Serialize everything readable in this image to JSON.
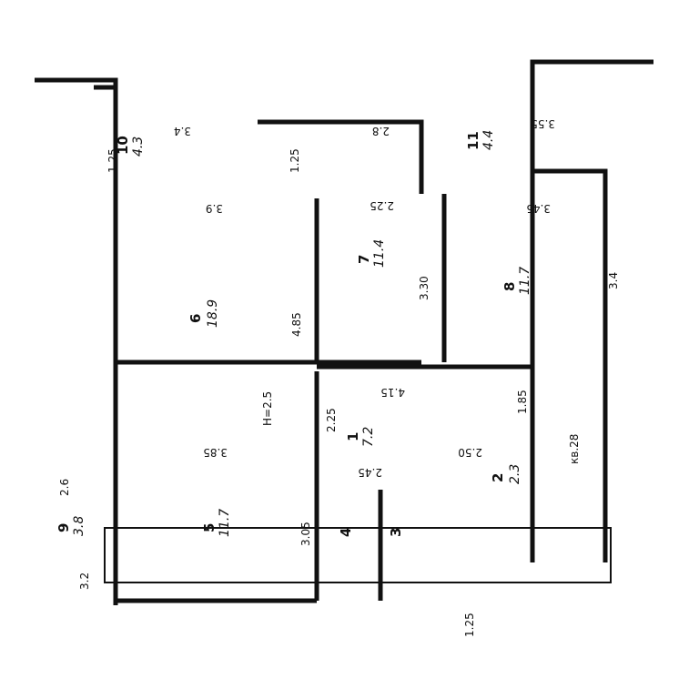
{
  "rooms": [
    {
      "id": "10",
      "number": "10",
      "area": "4.3",
      "dims": [
        "3.4",
        "1.25"
      ]
    },
    {
      "id": "11",
      "number": "11",
      "area": "4.4",
      "dims": [
        "3.55"
      ]
    },
    {
      "id": "6",
      "number": "6",
      "area": "18.9",
      "dims": [
        "3.9",
        "4.85"
      ]
    },
    {
      "id": "7",
      "number": "7",
      "area": "11.4",
      "dims": [
        "2.8",
        "1.25",
        "2.25",
        "3.30"
      ]
    },
    {
      "id": "8",
      "number": "8",
      "area": "11.7",
      "dims": [
        "3.45",
        "3.4"
      ]
    },
    {
      "id": "1",
      "number": "1",
      "area": "7.2",
      "dims": [
        "4.15",
        "2.25",
        "1.85"
      ]
    },
    {
      "id": "2",
      "number": "2",
      "area": "2.3",
      "dims": [
        "2.50"
      ]
    },
    {
      "id": "5",
      "number": "5",
      "area": "11.7",
      "dims": [
        "3.85",
        "3.05"
      ]
    },
    {
      "id": "4",
      "number": "4",
      "dims": [
        "2.45"
      ]
    },
    {
      "id": "3",
      "number": "3"
    },
    {
      "id": "9",
      "number": "9",
      "area": "3.8",
      "dims": [
        "2.6",
        "3.2"
      ]
    }
  ],
  "labels": {
    "ceiling_height": "H=2.5",
    "apartment": "кв.28",
    "bottom_dim": "1.25"
  }
}
